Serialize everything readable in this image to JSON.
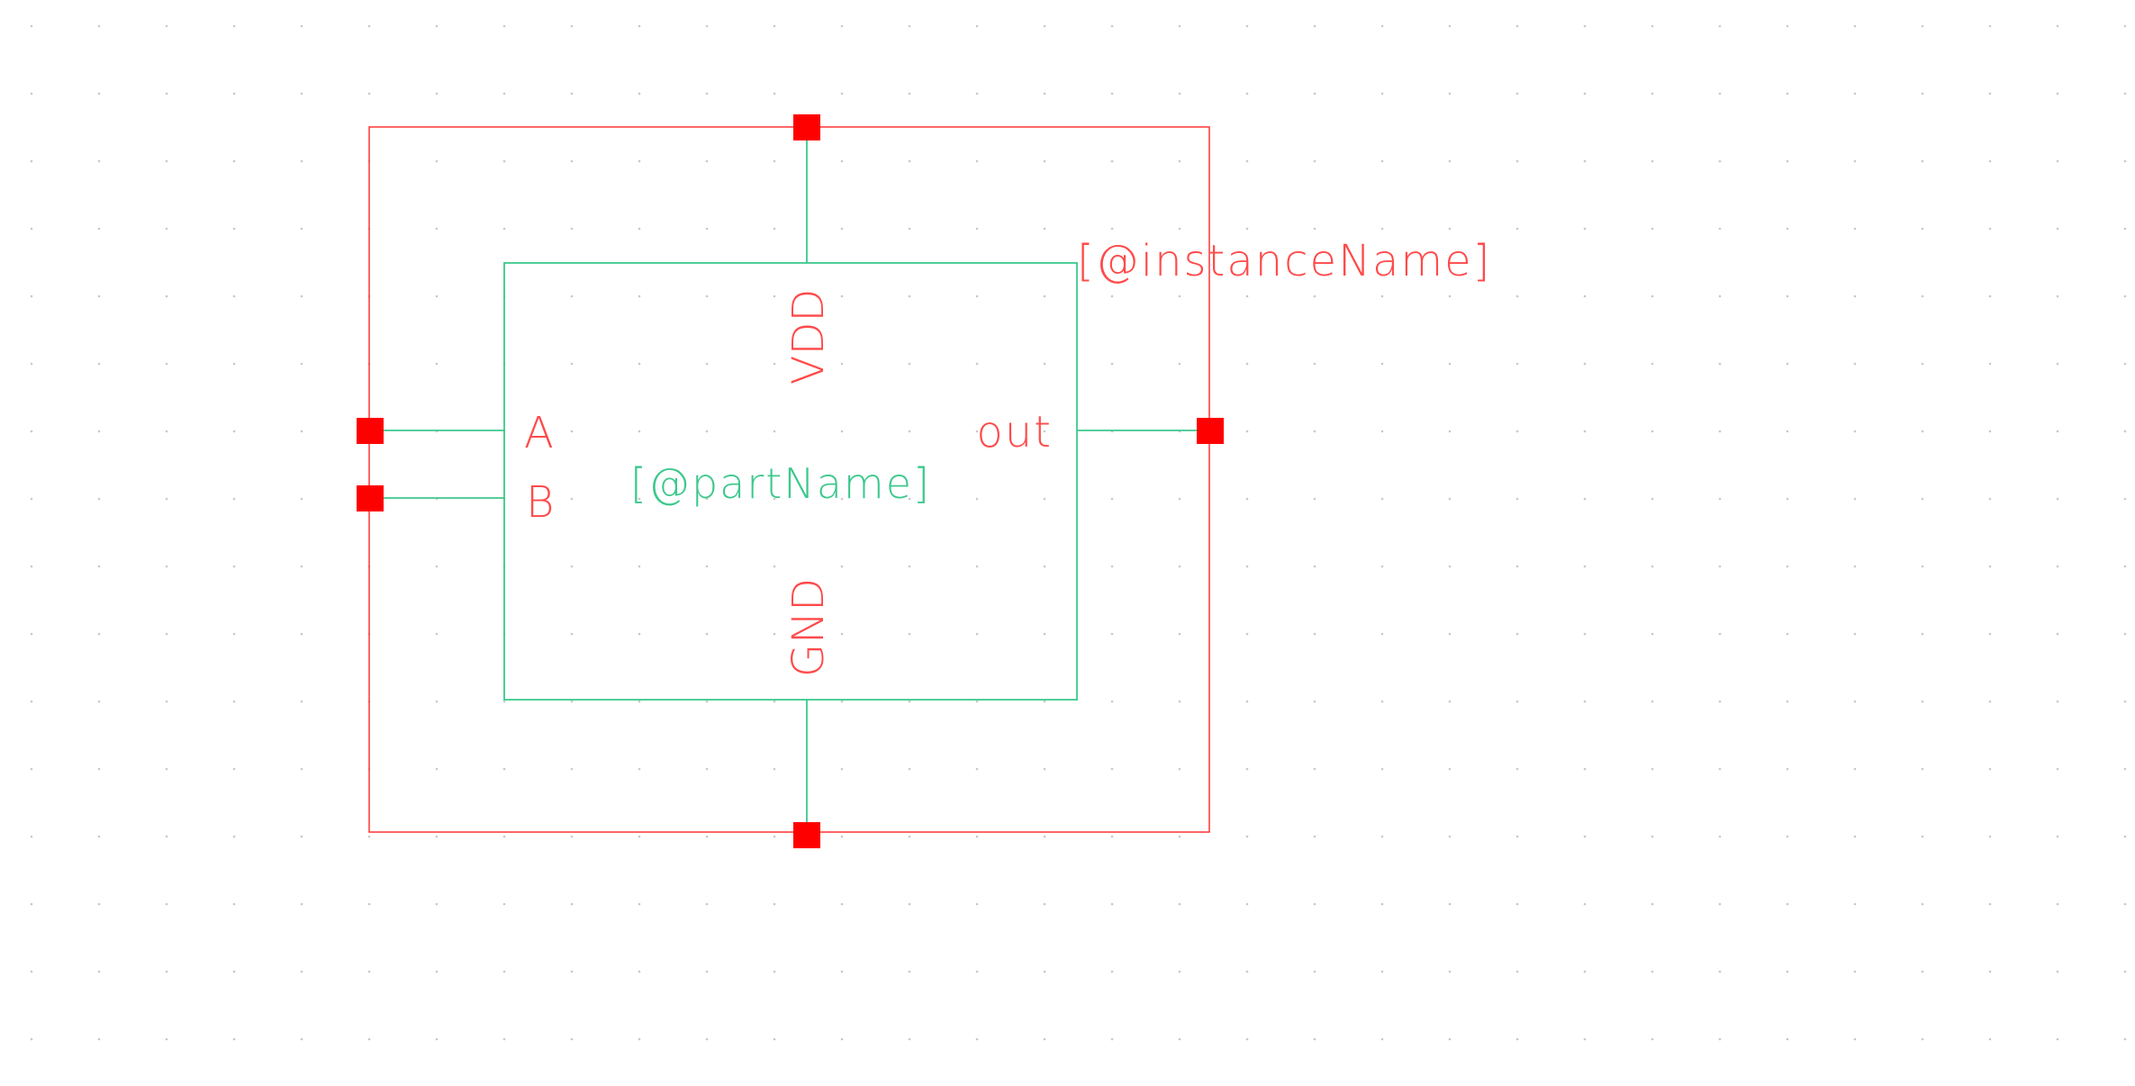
{
  "symbol": {
    "instance_name": "[@instanceName]",
    "part_name": "[@partName]",
    "pins": {
      "vdd": "VDD",
      "gnd": "GND",
      "a": "A",
      "b": "B",
      "out": "out"
    }
  },
  "colors": {
    "background": "#ffffff",
    "grid_dot": "#c8c8c8",
    "selection": "#ff0000",
    "body": "#3cc88c",
    "pin_label": "#ff4a4a",
    "part_label": "#3cc88c"
  }
}
